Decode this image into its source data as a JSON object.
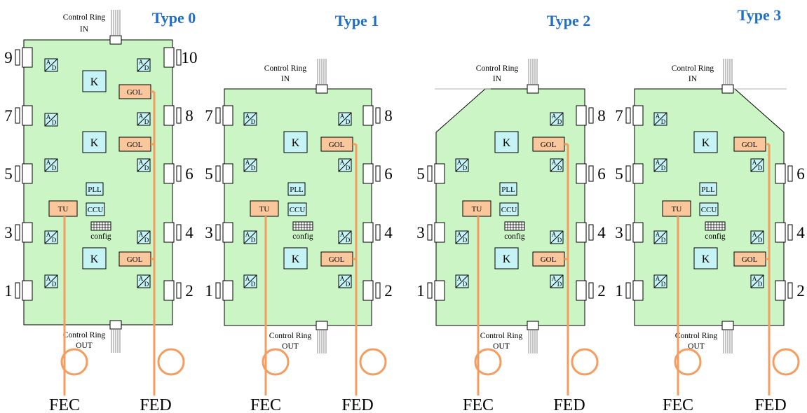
{
  "panels": [
    {
      "id": "type-0",
      "title": "Type 0",
      "ring_in": [
        "Control Ring",
        "IN"
      ],
      "ring_out": [
        "Control Ring",
        "OUT"
      ],
      "fec": "FEC",
      "fed": "FED",
      "left_pins": [
        "9",
        "7",
        "5",
        "3",
        "1"
      ],
      "right_pins": [
        "10",
        "8",
        "6",
        "4",
        "2"
      ],
      "k_label": "K",
      "gol_label": "GOL",
      "tu_label": "TU",
      "pll_label": "PLL",
      "ccu_label": "CCU",
      "config_label": "config",
      "ad_top": "A",
      "ad_bottom": "D"
    },
    {
      "id": "type-1",
      "title": "Type 1",
      "ring_in": [
        "Control Ring",
        "IN"
      ],
      "ring_out": [
        "Control Ring",
        "OUT"
      ],
      "fec": "FEC",
      "fed": "FED",
      "left_pins": [
        "7",
        "5",
        "3",
        "1"
      ],
      "right_pins": [
        "8",
        "6",
        "4",
        "2"
      ],
      "k_label": "K",
      "gol_label": "GOL",
      "tu_label": "TU",
      "pll_label": "PLL",
      "ccu_label": "CCU",
      "config_label": "config",
      "ad_top": "A",
      "ad_bottom": "D"
    },
    {
      "id": "type-2",
      "title": "Type 2",
      "ring_in": [
        "Control Ring",
        "IN"
      ],
      "ring_out": [
        "Control Ring",
        "OUT"
      ],
      "fec": "FEC",
      "fed": "FED",
      "left_pins": [
        "5",
        "3",
        "1"
      ],
      "right_pins": [
        "8",
        "6",
        "4",
        "2"
      ],
      "k_label": "K",
      "gol_label": "GOL",
      "tu_label": "TU",
      "pll_label": "PLL",
      "ccu_label": "CCU",
      "config_label": "config",
      "ad_top": "A",
      "ad_bottom": "D"
    },
    {
      "id": "type-3",
      "title": "Type 3",
      "ring_in": [
        "Control Ring",
        "IN"
      ],
      "ring_out": [
        "Control Ring",
        "OUT"
      ],
      "fec": "FEC",
      "fed": "FED",
      "left_pins": [
        "7",
        "5",
        "3",
        "1"
      ],
      "right_pins": [
        "6",
        "4",
        "2"
      ],
      "k_label": "K",
      "gol_label": "GOL",
      "tu_label": "TU",
      "pll_label": "PLL",
      "ccu_label": "CCU",
      "config_label": "config",
      "ad_top": "A",
      "ad_bottom": "D"
    }
  ],
  "colors": {
    "board_fill": "#ccf5c6",
    "k_fill": "#c6f3f6",
    "chip_fill": "#fac79c",
    "fiber": "#f59c5f",
    "title_blue": "#1f6fc9"
  }
}
